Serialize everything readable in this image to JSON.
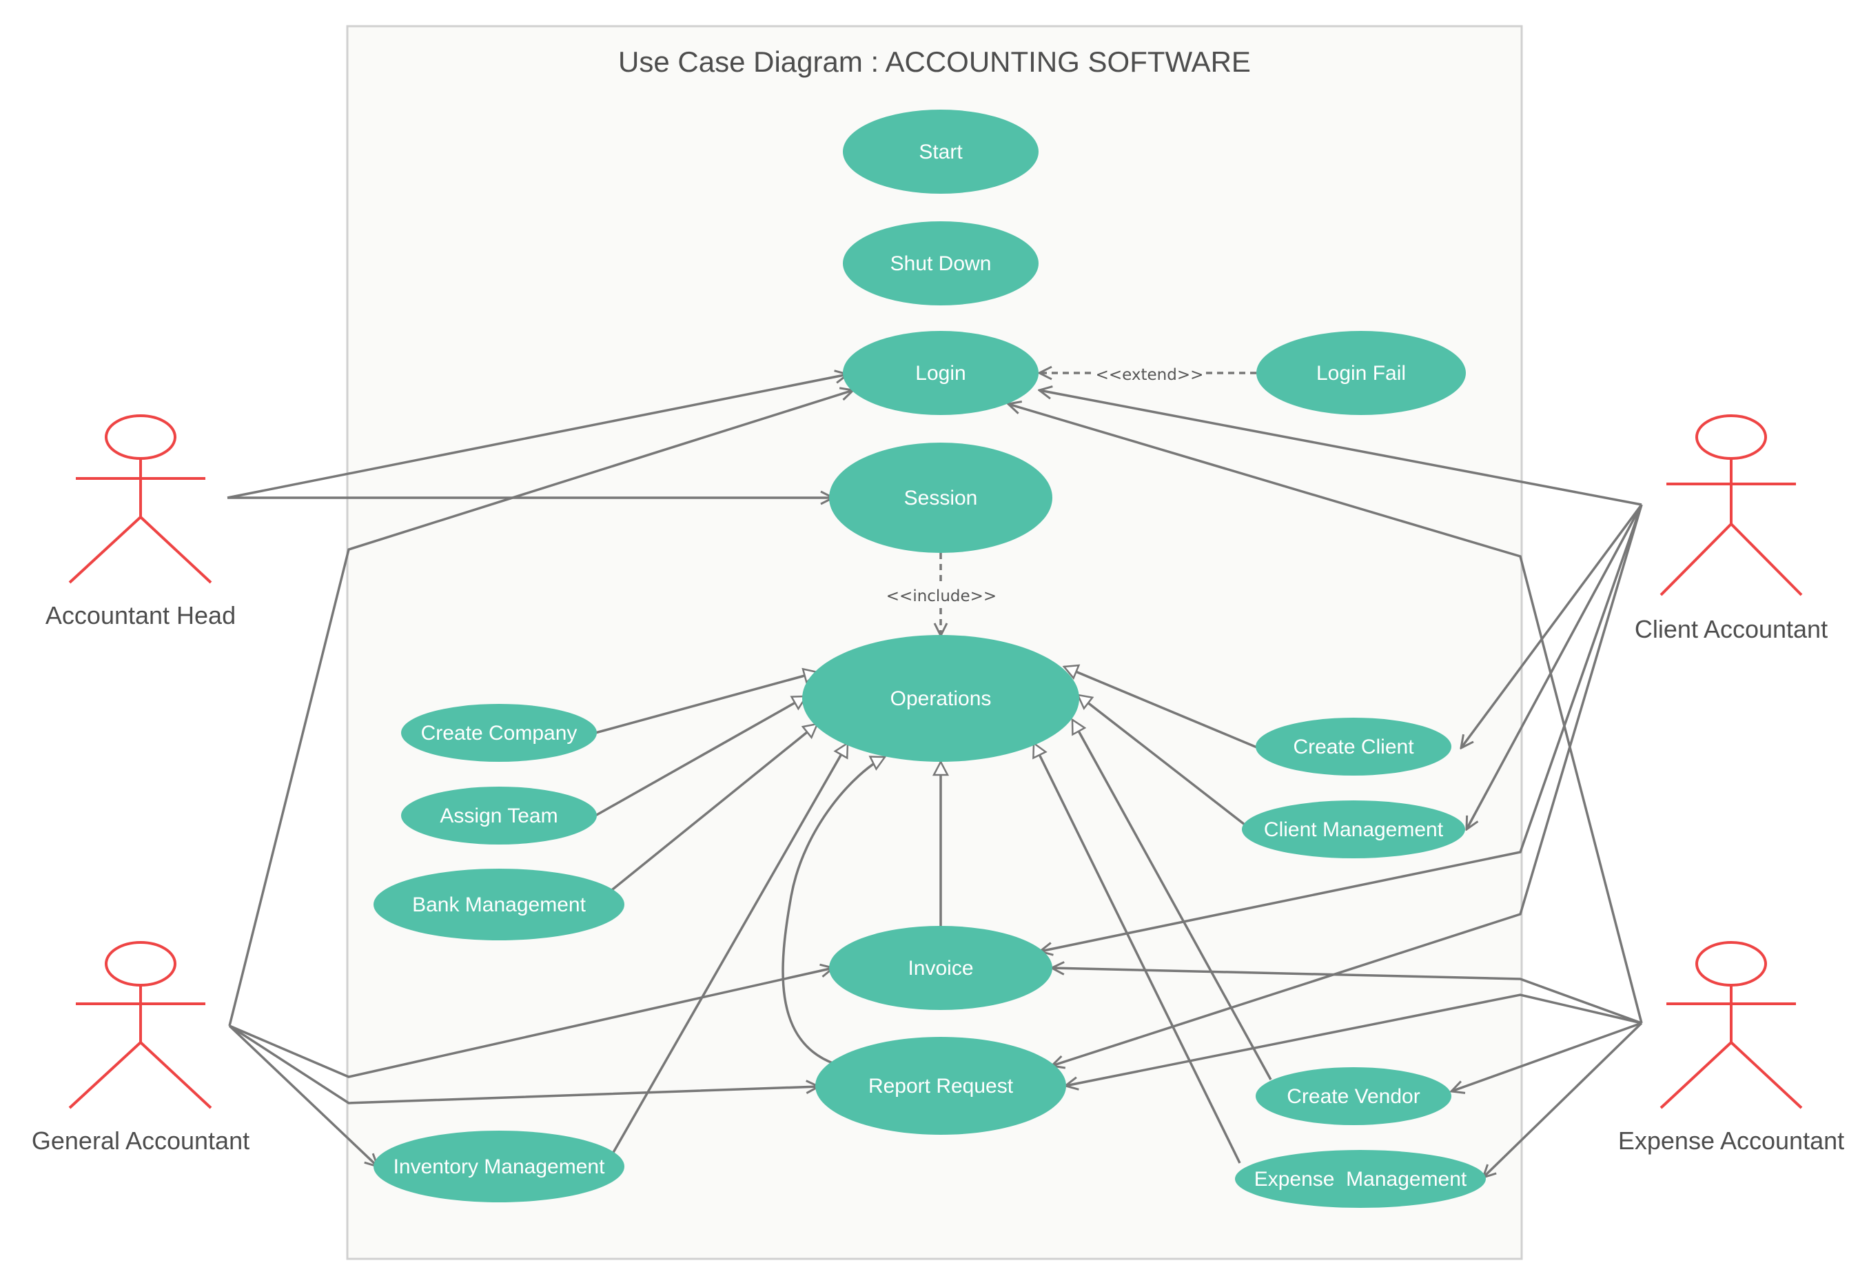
{
  "title": "Use Case Diagram : ACCOUNTING SOFTWARE",
  "colors": {
    "use_case_fill": "#52c0a8",
    "actor_stroke": "#ee4444",
    "edge": "#777777",
    "boundary_fill": "#fafaf8",
    "boundary_stroke": "#d0d0d0"
  },
  "use_cases": {
    "start": "Start",
    "shut_down": "Shut Down",
    "login": "Login",
    "login_fail": "Login Fail",
    "session": "Session",
    "operations": "Operations",
    "create_company": "Create Company",
    "assign_team": "Assign Team",
    "bank_management": "Bank Management",
    "invoice": "Invoice",
    "report_request": "Report Request",
    "inventory_management": "Inventory Management",
    "create_client": "Create Client",
    "client_management": "Client Management",
    "create_vendor": "Create Vendor",
    "expense_management": "Expense  Management"
  },
  "actors": {
    "accountant_head": "Accountant Head",
    "general_accountant": "General Accountant",
    "client_accountant": "Client Accountant",
    "expense_accountant": "Expense Accountant"
  },
  "stereotypes": {
    "extend": "<<extend>>",
    "include": "<<include>>"
  }
}
